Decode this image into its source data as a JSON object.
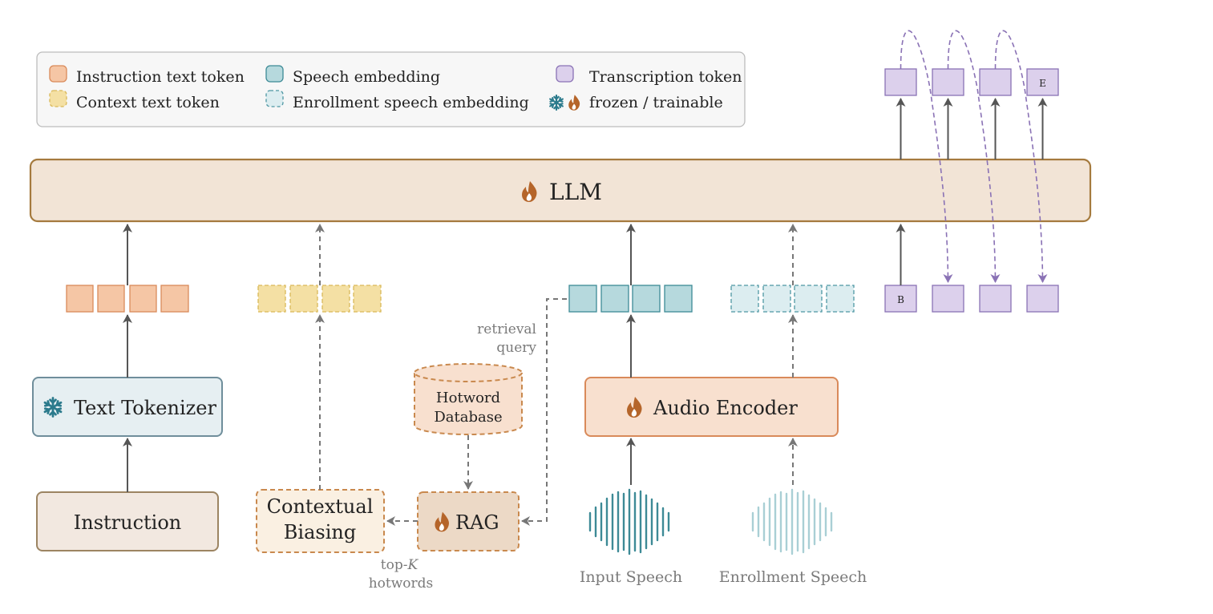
{
  "legend": {
    "instruction_token": "Instruction text token",
    "context_token": "Context text token",
    "speech_embedding": "Speech embedding",
    "enrollment_embedding": "Enrollment speech embedding",
    "transcription_token": "Transcription token",
    "frozen_trainable": "frozen / trainable"
  },
  "nodes": {
    "llm": "LLM",
    "text_tokenizer": "Text Tokenizer",
    "instruction": "Instruction",
    "contextual_biasing_line1": "Contextual",
    "contextual_biasing_line2": "Biasing",
    "rag": "RAG",
    "hotword_db_line1": "Hotword",
    "hotword_db_line2": "Database",
    "audio_encoder": "Audio Encoder"
  },
  "labels": {
    "retrieval_query_line1": "retrieval",
    "retrieval_query_line2": "query",
    "topk_line1_prefix": "top-",
    "topk_line1_var": "K",
    "topk_line2": "hotwords",
    "input_speech": "Input Speech",
    "enrollment_speech": "Enrollment Speech"
  },
  "tokens": {
    "begin": "B",
    "end": "E"
  },
  "colors": {
    "instruction_token": "#f5c6a5",
    "context_token": "#f4e0a4",
    "speech_embedding": "#b6d9dd",
    "enrollment_embedding": "#dcedf0",
    "transcription_token": "#dcd0ec",
    "llm_fill": "#f2e4d6",
    "llm_stroke": "#a57a3e",
    "audio_encoder_fill": "#f8e0cf",
    "tokenizer_fill": "#e6eff2",
    "frozen_icon": "#2b7a8c",
    "trainable_icon": "#b5652a",
    "arrow": "#555555",
    "feedback_arrow": "#8a72b5"
  },
  "icons": {
    "frozen": "snowflake-icon",
    "trainable": "flame-icon"
  }
}
